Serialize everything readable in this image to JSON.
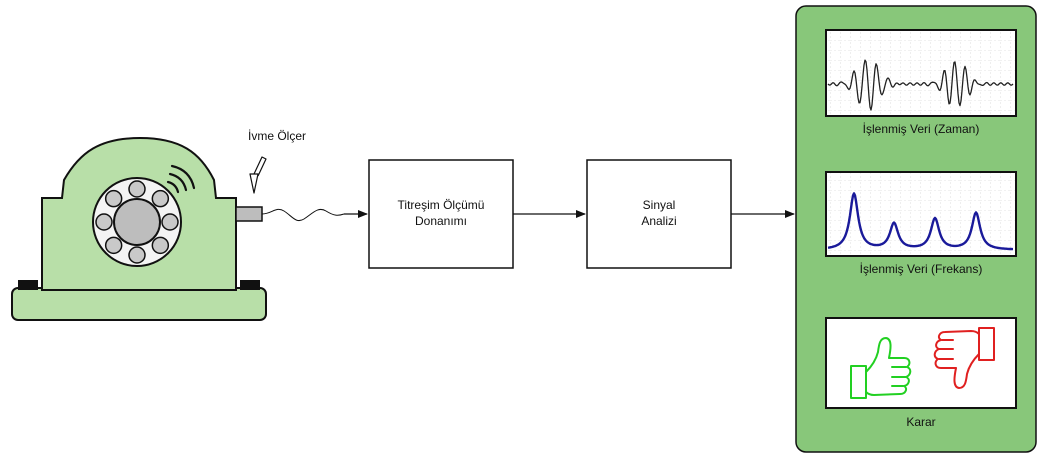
{
  "colors": {
    "machine_fill": "#b8dfa8",
    "panel_fill": "#88c77a",
    "stroke": "#111111",
    "time_signal": "#222222",
    "freq_signal": "#1a1a9a",
    "thumb_up": "#22d022",
    "thumb_down": "#e02020"
  },
  "sensor": {
    "label": "İvme Ölçer"
  },
  "blocks": {
    "hardware": {
      "line1": "Titreşim Ölçümü",
      "line2": "Donanımı"
    },
    "analysis": {
      "line1": "Sinyal",
      "line2": "Analizi"
    }
  },
  "panel": {
    "time_caption": "İşlenmiş Veri (Zaman)",
    "freq_caption": "İşlenmiş Veri (Frekans)",
    "decision_caption": "Karar"
  },
  "icons": [
    "thumbs-up-icon",
    "thumbs-down-icon",
    "vibration-waves-icon"
  ]
}
